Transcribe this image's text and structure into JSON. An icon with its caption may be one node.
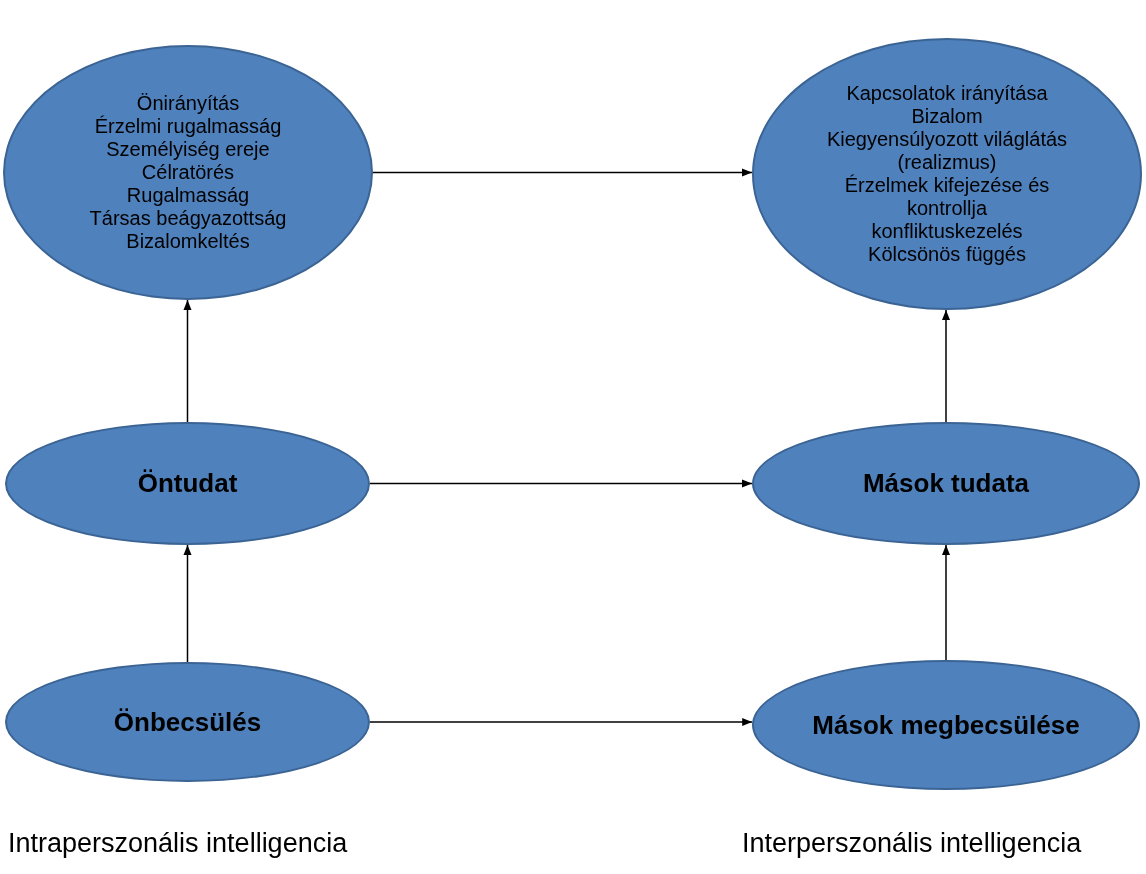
{
  "diagram": {
    "nodes": [
      {
        "text": [
          "Önirányítás",
          "Érzelmi rugalmasság",
          "Személyiség ereje",
          "Célratörés",
          "Rugalmasság",
          "Társas beágyazottság",
          "Bizalomkeltés"
        ]
      },
      {
        "text": [
          "Kapcsolatok irányítása",
          "Bizalom",
          "Kiegyensúlyozott világlátás (realizmus)",
          "Érzelmek kifejezése és kontrollja",
          "konfliktuskezelés",
          "Kölcsönös függés"
        ]
      },
      {
        "text": [
          "Öntudat"
        ]
      },
      {
        "text": [
          "Mások tudata"
        ]
      },
      {
        "text": [
          "Önbecsülés"
        ]
      },
      {
        "text": [
          "Mások megbecsülése"
        ]
      }
    ],
    "edges": [
      {
        "from": 0,
        "to": 1,
        "arrow": "to"
      },
      {
        "from": 2,
        "to": 0,
        "arrow": "to"
      },
      {
        "from": 2,
        "to": 3,
        "arrow": "to"
      },
      {
        "from": 3,
        "to": 1,
        "arrow": "to"
      },
      {
        "from": 4,
        "to": 2,
        "arrow": "to"
      },
      {
        "from": 4,
        "to": 5,
        "arrow": "to"
      },
      {
        "from": 5,
        "to": 3,
        "arrow": "to"
      }
    ],
    "labels": [
      "Intraperszonális intelligencia",
      "Interperszonális intelligencia"
    ]
  }
}
